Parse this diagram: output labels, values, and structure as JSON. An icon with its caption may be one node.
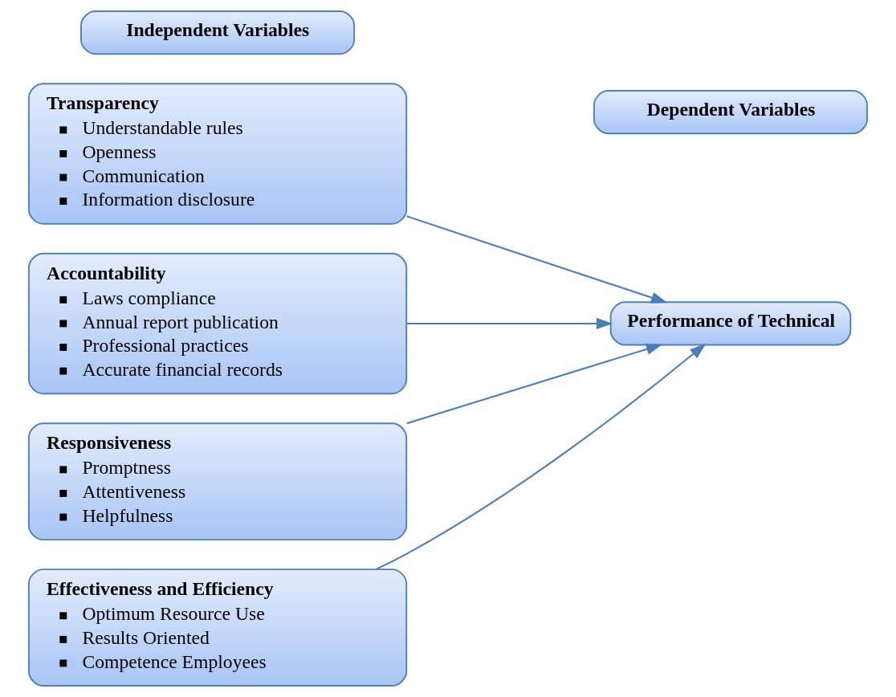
{
  "diagram": {
    "nodes": [
      {
        "text": [
          "Independent Variables"
        ]
      },
      {
        "text": [
          "Dependent Variables"
        ]
      },
      {
        "text": [
          "Transparency",
          "Understandable rules",
          "Openness",
          "Communication",
          "Information disclosure"
        ]
      },
      {
        "text": [
          "Accountability",
          "Laws compliance",
          "Annual report publication",
          "Professional practices",
          "Accurate financial records"
        ]
      },
      {
        "text": [
          "Responsiveness",
          "Promptness",
          "Attentiveness",
          "Helpfulness"
        ]
      },
      {
        "text": [
          "Effectiveness and Efficiency",
          "Optimum Resource Use",
          "Results Oriented",
          "Competence Employees"
        ]
      },
      {
        "text": [
          "Performance of Technical"
        ]
      }
    ],
    "edges": [
      {
        "from": 2,
        "to": 6,
        "arrow": "to"
      },
      {
        "from": 3,
        "to": 6,
        "arrow": "to"
      },
      {
        "from": 4,
        "to": 6,
        "arrow": "to"
      },
      {
        "from": 5,
        "to": 6,
        "arrow": "to"
      }
    ]
  }
}
